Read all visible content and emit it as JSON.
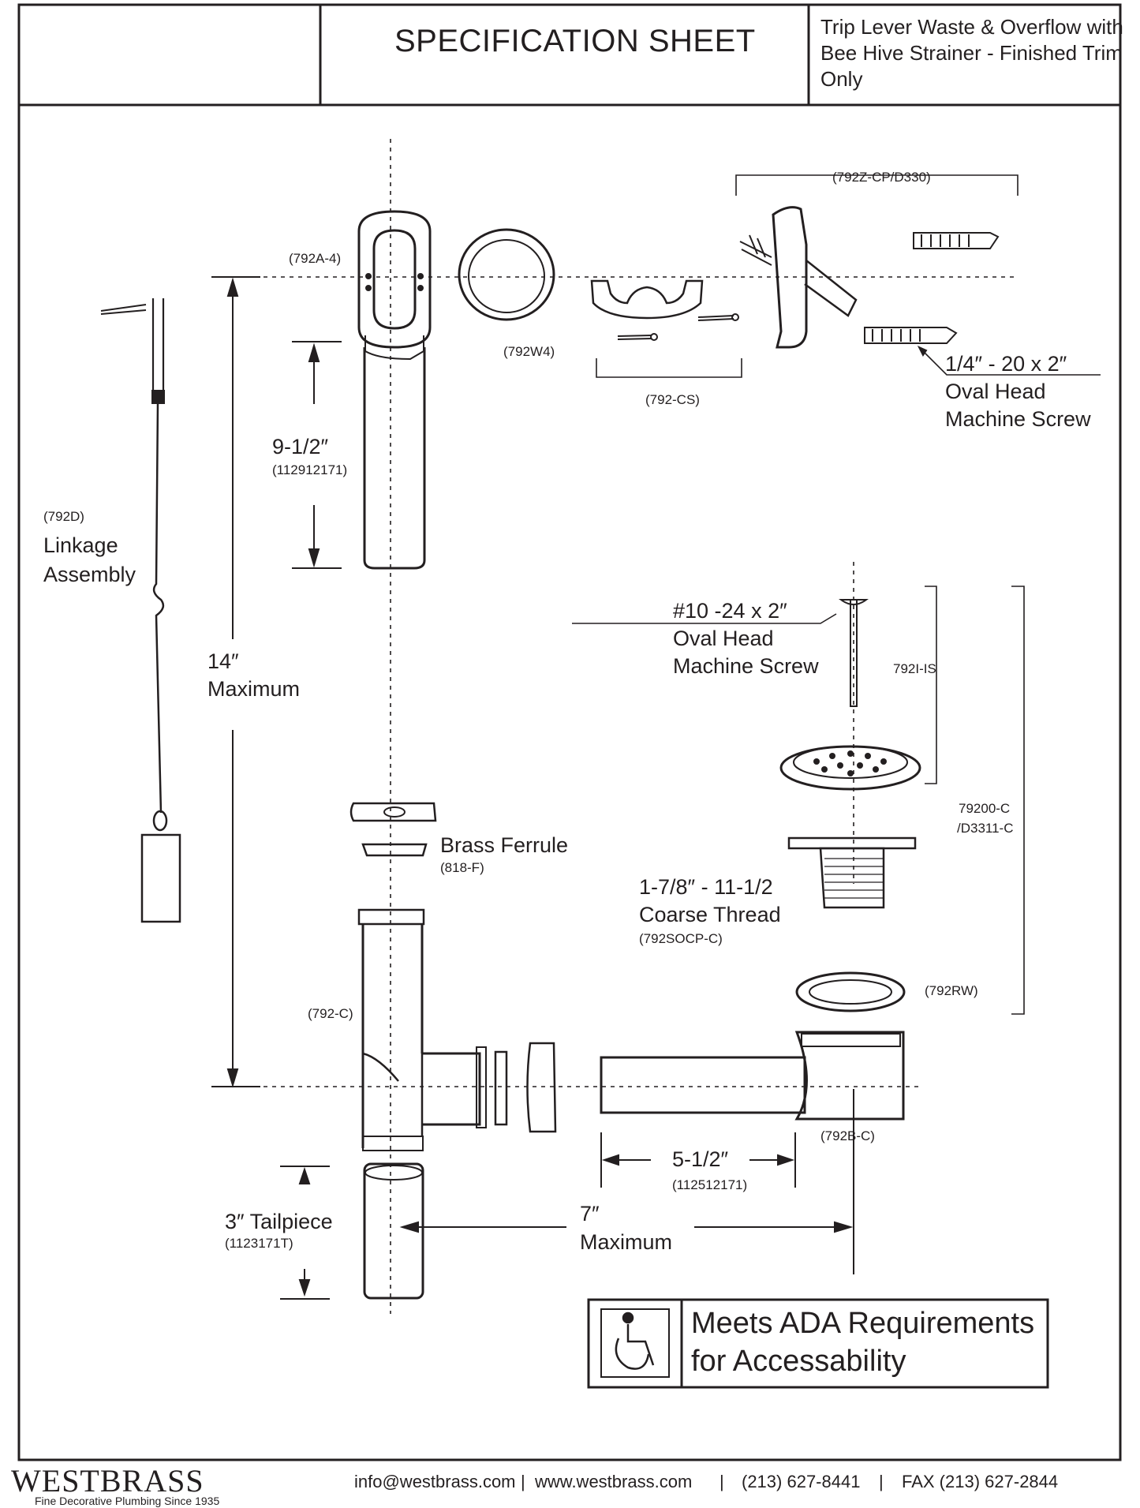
{
  "header": {
    "title": "SPECIFICATION SHEET",
    "subtitle": "Trip Lever Waste & Overflow with Bee Hive Strainer - Finished Trim Only"
  },
  "parts": {
    "overflow_elbow": "(792A-4)",
    "washer": "(792W4)",
    "cross_slot": "(792-CS)",
    "faceplate_kit": "(792Z-CP/D330)",
    "linkage_code": "(792D)",
    "linkage_name_1": "Linkage",
    "linkage_name_2": "Assembly",
    "overflow_tube_len": "9-1/2″",
    "overflow_tube_code": "(112912171)",
    "max_height_1": "14″",
    "max_height_2": "Maximum",
    "faceplate_screw_1": "1/4″ - 20 x 2″",
    "faceplate_screw_2": "Oval Head",
    "faceplate_screw_3": "Machine Screw",
    "strainer_screw_1": "#10 -24 x 2″",
    "strainer_screw_2": "Oval Head",
    "strainer_screw_3": "Machine Screw",
    "strainer_code": "792I-IS",
    "drain_kit_1": "79200-C",
    "drain_kit_2": "/D3311-C",
    "ferrule_name": "Brass Ferrule",
    "ferrule_code": "(818-F)",
    "thread_1": "1-7/8″ - 11-1/2",
    "thread_2": "Coarse Thread",
    "thread_code": "(792SOCP-C)",
    "rubber_washer": "(792RW)",
    "tee": "(792-C)",
    "drain_ell": "(792B-C)",
    "shoe_tube_len": "5-1/2″",
    "shoe_tube_code": "(112512171)",
    "max_width_1": "7″",
    "max_width_2": "Maximum",
    "tailpiece_name": "3″ Tailpiece",
    "tailpiece_code": "(1123171T)"
  },
  "ada": {
    "line1": "Meets  ADA Requirements",
    "line2": "for Accessability",
    "icon": "wheelchair-accessibility-icon"
  },
  "footer": {
    "brand": "WESTBRASS",
    "tagline": "Fine Decorative Plumbing Since 1935",
    "email": "info@westbrass.com",
    "website": "www.westbrass.com",
    "phone": "(213) 627-8441",
    "fax": "FAX (213) 627-2844"
  }
}
